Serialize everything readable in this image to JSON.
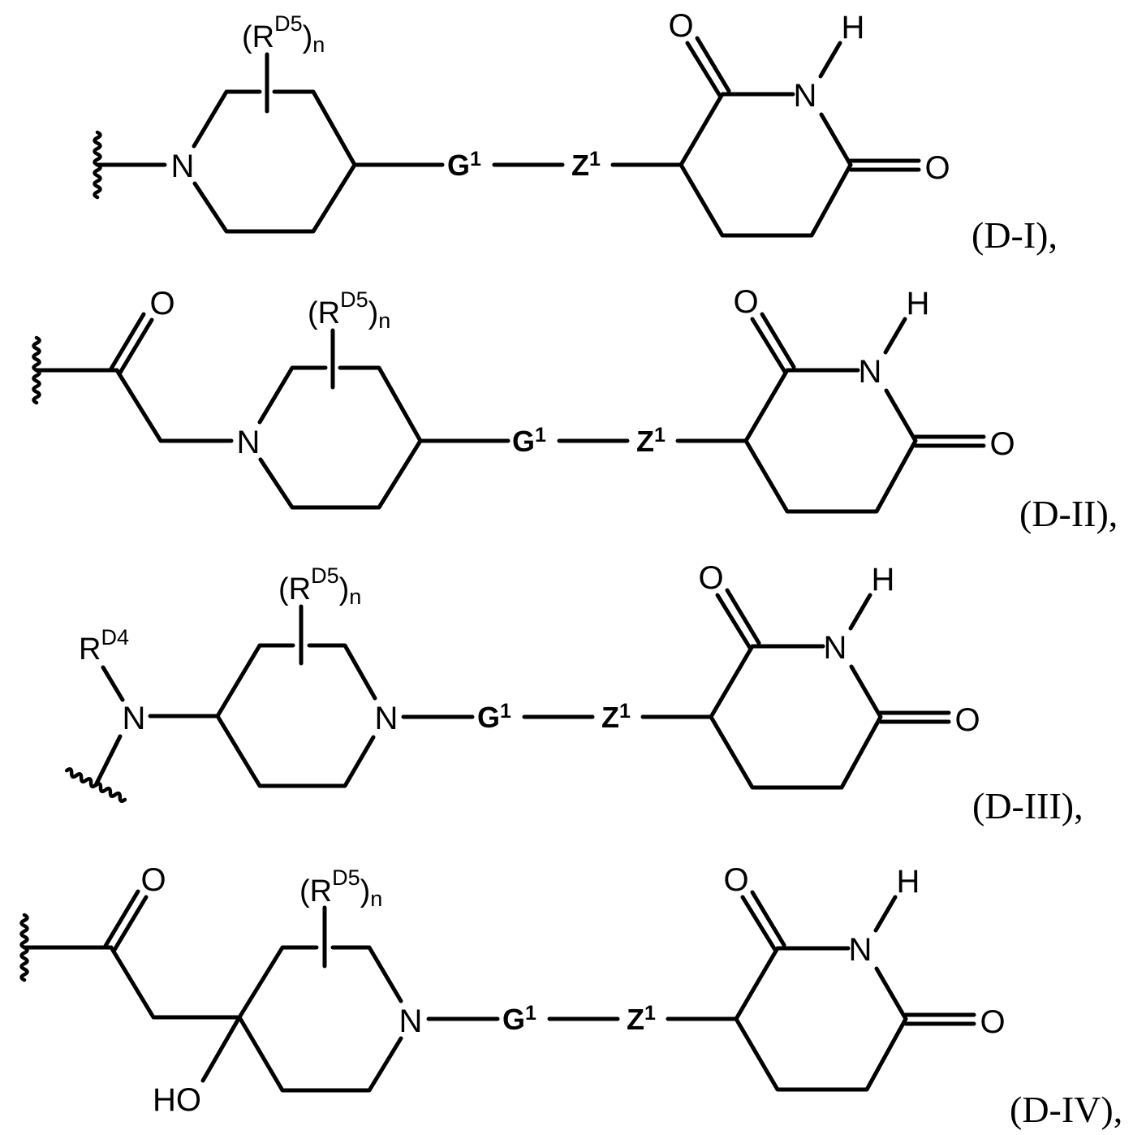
{
  "atoms": {
    "N": "N",
    "O": "O",
    "H": "H",
    "HO": "HO",
    "G": "G",
    "Z": "Z",
    "one": "1",
    "R": "R",
    "D5": "D5",
    "D4": "D4",
    "n": "n",
    "lparen": "(",
    "rparen": ")"
  },
  "structures": [
    {
      "label": "(D-I),"
    },
    {
      "label": "(D-II),"
    },
    {
      "label": "(D-III),"
    },
    {
      "label": "(D-IV),"
    }
  ]
}
